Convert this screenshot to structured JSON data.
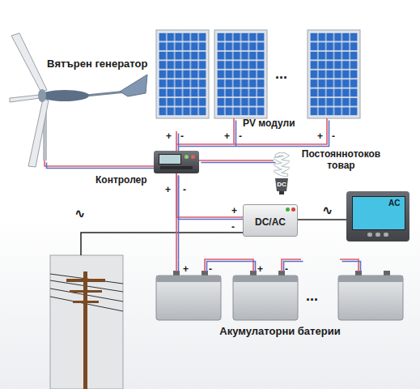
{
  "diagram": {
    "nodes": [
      {
        "text": [
          "Вятърен генератор"
        ]
      },
      {
        "text": [
          "PV модули"
        ]
      },
      {
        "text": [
          "Контролер"
        ]
      },
      {
        "text": [
          "DC",
          "Постояннотоков товар"
        ]
      },
      {
        "text": [
          "DC/AC"
        ]
      },
      {
        "text": [
          "AC"
        ]
      },
      {
        "text": [
          "Акумулаторни батерии"
        ]
      }
    ],
    "edges": [
      {
        "from": 0,
        "to": 2,
        "arrow": "none"
      },
      {
        "from": 1,
        "to": 2,
        "arrow": "none"
      },
      {
        "from": 2,
        "to": 3,
        "arrow": "none"
      },
      {
        "from": 2,
        "to": 4,
        "arrow": "none"
      },
      {
        "from": 2,
        "to": 6,
        "arrow": "none"
      },
      {
        "from": 4,
        "to": 5,
        "arrow": "none"
      }
    ],
    "labels": [
      "+",
      "-",
      "+",
      "-",
      "+",
      "-",
      "...",
      "+",
      "-",
      "+",
      "-",
      "∿",
      "∿",
      "+",
      "-",
      "+",
      "-",
      "..."
    ]
  }
}
